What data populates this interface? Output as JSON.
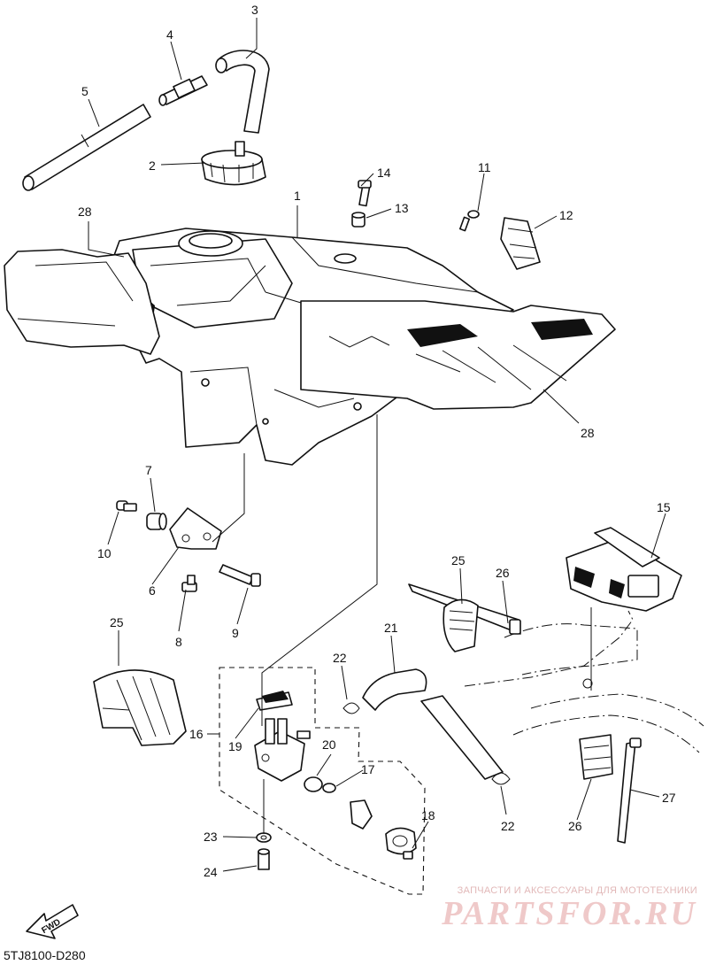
{
  "diagram": {
    "code": "5TJ8100-D280",
    "fwd_label": "FWD",
    "watermark_caption": "ЗАПЧАСТИ И АКСЕССУАРЫ ДЛЯ МОТОТЕХНИКИ",
    "watermark_brand": "PARTSFOR.RU"
  },
  "callouts": [
    {
      "id": "1",
      "text": "1"
    },
    {
      "id": "2",
      "text": "2"
    },
    {
      "id": "3",
      "text": "3"
    },
    {
      "id": "4",
      "text": "4"
    },
    {
      "id": "5",
      "text": "5"
    },
    {
      "id": "6",
      "text": "6"
    },
    {
      "id": "7",
      "text": "7"
    },
    {
      "id": "8",
      "text": "8"
    },
    {
      "id": "9",
      "text": "9"
    },
    {
      "id": "10",
      "text": "10"
    },
    {
      "id": "11",
      "text": "11"
    },
    {
      "id": "12",
      "text": "12"
    },
    {
      "id": "13",
      "text": "13"
    },
    {
      "id": "14",
      "text": "14"
    },
    {
      "id": "15",
      "text": "15"
    },
    {
      "id": "16",
      "text": "16"
    },
    {
      "id": "17",
      "text": "17"
    },
    {
      "id": "18",
      "text": "18"
    },
    {
      "id": "19",
      "text": "19"
    },
    {
      "id": "20",
      "text": "20"
    },
    {
      "id": "21",
      "text": "21"
    },
    {
      "id": "22a",
      "text": "22"
    },
    {
      "id": "22b",
      "text": "22"
    },
    {
      "id": "23",
      "text": "23"
    },
    {
      "id": "24",
      "text": "24"
    },
    {
      "id": "25a",
      "text": "25"
    },
    {
      "id": "25b",
      "text": "25"
    },
    {
      "id": "26a",
      "text": "26"
    },
    {
      "id": "26b",
      "text": "26"
    },
    {
      "id": "27",
      "text": "27"
    },
    {
      "id": "28a",
      "text": "28"
    },
    {
      "id": "28b",
      "text": "28"
    }
  ]
}
